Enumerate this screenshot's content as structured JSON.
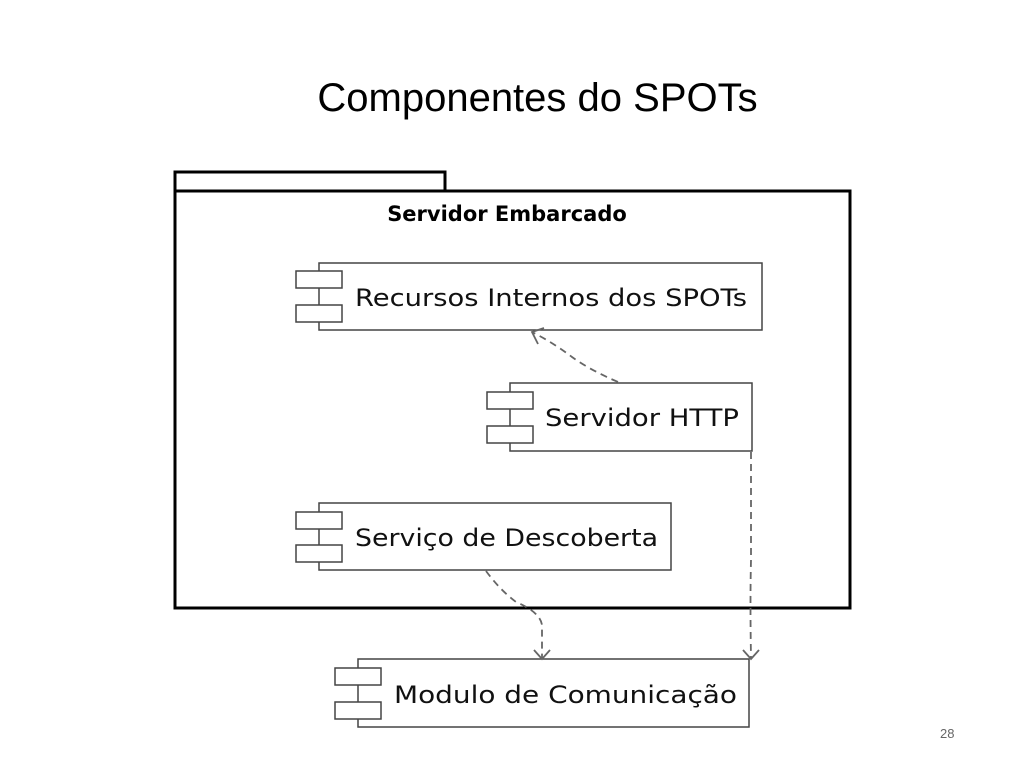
{
  "slide": {
    "title": "Componentes do SPOTs",
    "page_number": "28"
  },
  "diagram": {
    "package": {
      "label": "Servidor Embarcado"
    },
    "components": [
      {
        "id": "recursos",
        "label": "Recursos Internos dos SPOTs"
      },
      {
        "id": "http",
        "label": "Servidor HTTP"
      },
      {
        "id": "descoberta",
        "label": "Serviço de Descoberta"
      },
      {
        "id": "comunicacao",
        "label": "Modulo de Comunicação"
      }
    ],
    "dependencies": [
      {
        "from": "http",
        "to": "recursos",
        "style": "dashed"
      },
      {
        "from": "http",
        "to": "comunicacao",
        "style": "dashed"
      },
      {
        "from": "descoberta",
        "to": "comunicacao",
        "style": "dashed"
      }
    ]
  }
}
